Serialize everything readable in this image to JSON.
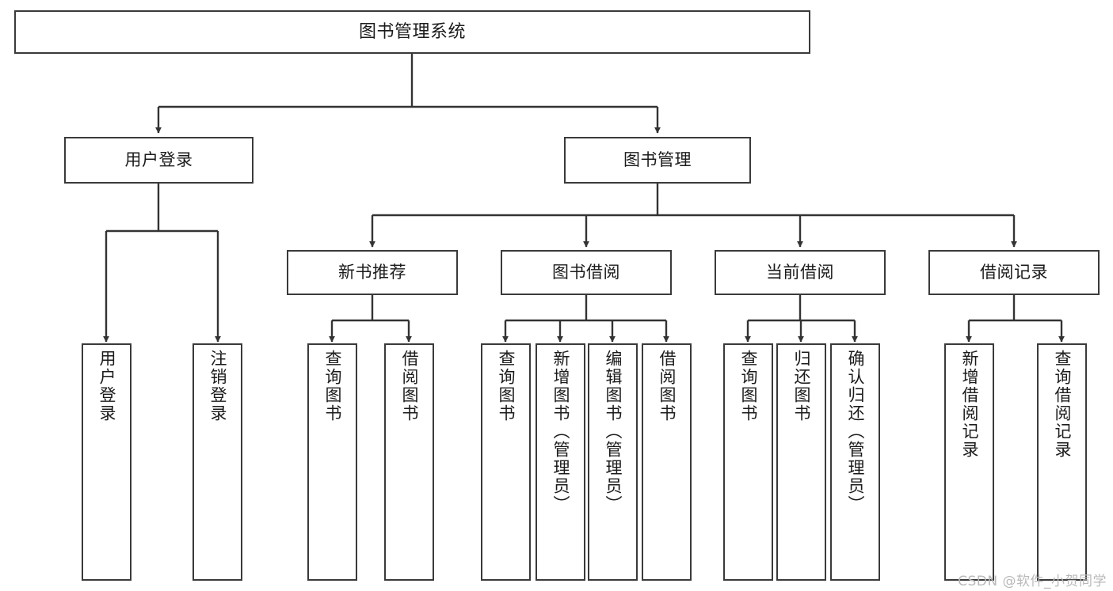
{
  "diagram": {
    "title": "图书管理系统",
    "type": "tree",
    "orientation": "top-down",
    "colors": {
      "node_border": "#3a3a3a",
      "node_fill": "#ffffff",
      "edge": "#333333",
      "text": "#1b1b1b",
      "watermark": "#b9b9b9"
    },
    "watermark": "CSDN @软件_小贺同学",
    "levels": {
      "root": {
        "label": "图书管理系统"
      },
      "level2": [
        {
          "label": "用户登录"
        },
        {
          "label": "图书管理"
        }
      ],
      "level3": [
        {
          "label": "新书推荐"
        },
        {
          "label": "图书借阅"
        },
        {
          "label": "当前借阅"
        },
        {
          "label": "借阅记录"
        }
      ],
      "leaves": {
        "user_login": [
          {
            "label": "用户登录"
          },
          {
            "label": "注销登录"
          }
        ],
        "new_book_recommend": [
          {
            "label": "查询图书"
          },
          {
            "label": "借阅图书"
          }
        ],
        "book_borrow": [
          {
            "label": "查询图书"
          },
          {
            "label": "新增图书（管理员）"
          },
          {
            "label": "编辑图书（管理员）"
          },
          {
            "label": "借阅图书"
          }
        ],
        "current_borrow": [
          {
            "label": "查询图书"
          },
          {
            "label": "归还图书"
          },
          {
            "label": "确认归还（管理员）"
          }
        ],
        "borrow_record": [
          {
            "label": "新增借阅记录"
          },
          {
            "label": "查询借阅记录"
          }
        ]
      }
    }
  }
}
